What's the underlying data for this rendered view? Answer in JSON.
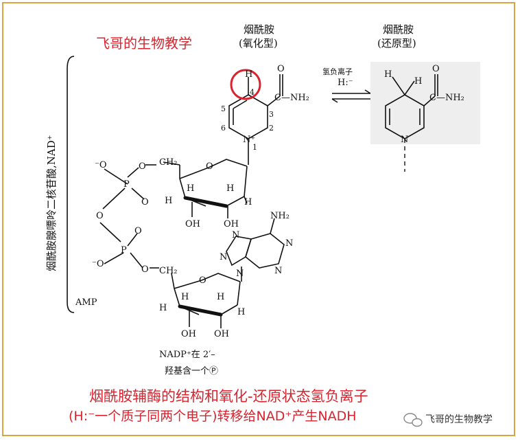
{
  "header": {
    "watermark": "飞哥的生物教学",
    "oxidized_title": "烟酰胺",
    "oxidized_sub": "(氧化型)",
    "reduced_title": "烟酰胺",
    "reduced_sub": "(还原型)",
    "hydride_label": "氢负离子",
    "hydride_symbol": "H:⁻"
  },
  "molecule": {
    "side_label": "烟酰胺腺嘌呤二核苷酸,NAD⁺",
    "amp_label": "AMP",
    "conh2": "C—NH₂",
    "nh2": "NH₂",
    "ring_numbers": [
      "4",
      "3",
      "5",
      "6",
      "2",
      "1"
    ],
    "nadp_note_1": "NADP⁺在 2′–",
    "nadp_note_2": "羟基含一个Ⓟ"
  },
  "caption": {
    "line1": "烟酰胺辅酶的结构和氧化-还原状态氢负离子",
    "line2": "(H:⁻一个质子同两个电子)转移给NAD⁺产生NADH"
  },
  "footer": {
    "account": "飞哥的生物教学"
  },
  "colors": {
    "frame": "#d9a441",
    "accent": "#d9232e",
    "ink": "#111111"
  }
}
